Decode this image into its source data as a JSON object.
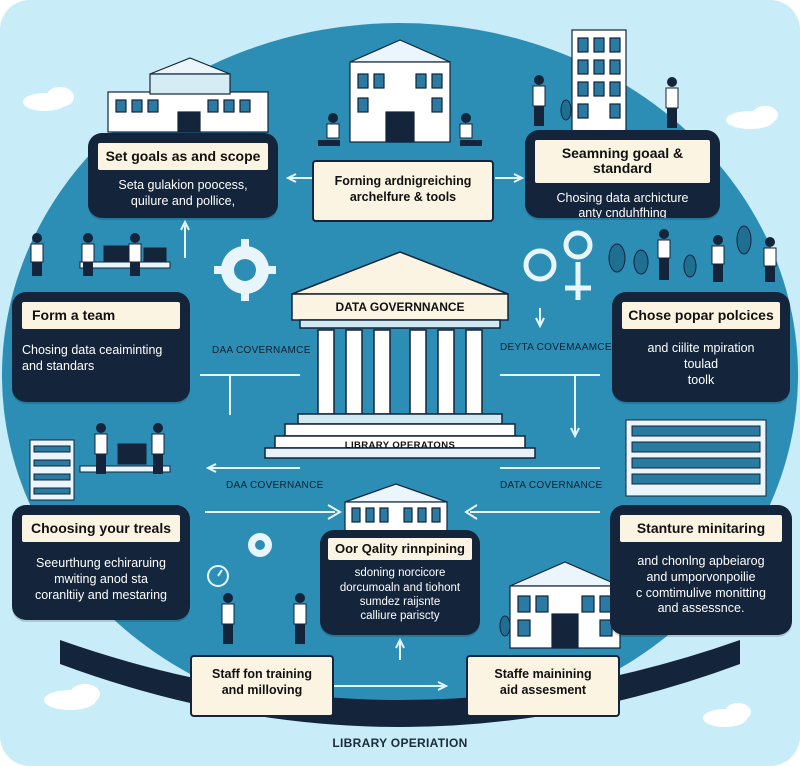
{
  "cards": {
    "goals": {
      "title": "Set goals as and scope",
      "lines": [
        "Seta gulakion poocess,",
        "quilure and pollice,"
      ]
    },
    "architecture": {
      "lines": [
        "Forning ardnigreiching",
        "archelfure & tools"
      ]
    },
    "standard": {
      "title": "Seamning goaal & standard",
      "lines": [
        "Chosing data archicture",
        "anty cnduhfhing"
      ]
    },
    "team": {
      "title": "Form a team",
      "lines": [
        "Chosing data ceaiminting",
        "and standars"
      ]
    },
    "policies": {
      "title": "Chose popar polcices",
      "lines": [
        "and ciilite mpiration",
        "toulad",
        "toolk"
      ]
    },
    "tools": {
      "title": "Choosing your treals",
      "lines": [
        "Seeurthung echiraruing",
        "mwiting anod sta",
        "coranltiiy and mestaring"
      ]
    },
    "monitoring": {
      "title": "Stanture minitaring",
      "lines": [
        "and chonlng apbeiarog",
        "and umporvonpoilie",
        "c comtimulive monitting",
        "and assessnce."
      ]
    },
    "quality": {
      "title": "Oor Qality rinnpining",
      "lines": [
        "sdoning norcicore",
        "dorcumoaln and tiohont",
        "sumdez raijsnte",
        "calliure pariscty"
      ]
    },
    "training": {
      "lines": [
        "Staff fon training",
        "and milloving"
      ]
    },
    "maintaining": {
      "lines": [
        "Staffe mainining",
        "aid assesment"
      ]
    }
  },
  "center": {
    "title": "DATA GOVERNNANCE",
    "base_label": "LIBRARY OPERATONS"
  },
  "side_labels": {
    "left_top": "DAA COVERNAMCE",
    "right_top": "DEYTA COVEMAAMCE",
    "left_bottom": "DAA COVERNANCE",
    "right_bottom": "DATA COVERNANCE"
  },
  "footer": "LIBRARY OPERIATION",
  "colors": {
    "sky": "#c8ecf8",
    "circle": "#2c8eb4",
    "card": "#13243b",
    "cream": "#fbf4e2",
    "dark_band": "#13243b"
  }
}
